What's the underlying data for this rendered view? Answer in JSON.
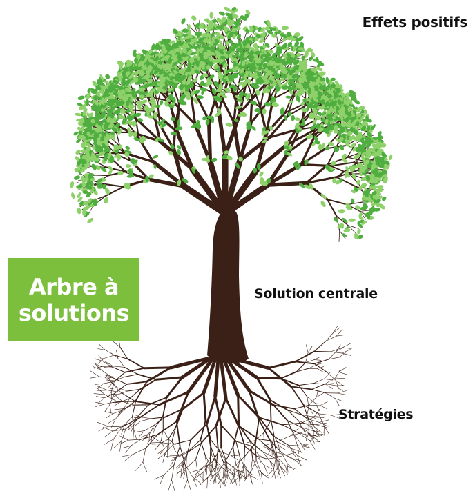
{
  "labels": {
    "top": "Effets positifs",
    "middle": "Solution centrale",
    "bottom": "Stratégies"
  },
  "title_box": {
    "line1": "Arbre à",
    "line2": "solutions"
  },
  "colors": {
    "title_box_background": "#7bbf3d",
    "title_text": "#ffffff",
    "label_text": "#111111",
    "trunk": "#3a2016",
    "leaf_light": "#8ed16a",
    "leaf_dark": "#4fae3f"
  }
}
